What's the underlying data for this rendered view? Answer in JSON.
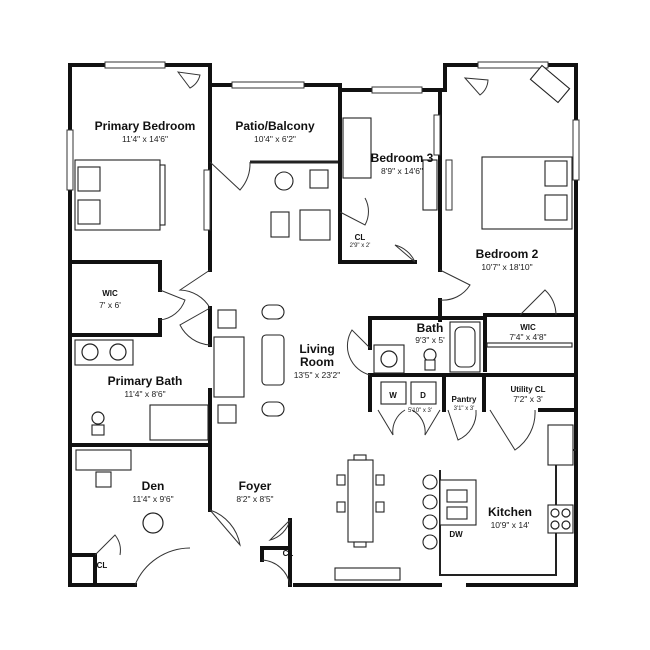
{
  "rooms": {
    "primary_bedroom": {
      "name": "Primary Bedroom",
      "dim": "11'4\" x 14'6\""
    },
    "patio": {
      "name": "Patio/Balcony",
      "dim": "10'4\" x 6'2\""
    },
    "bedroom3": {
      "name": "Bedroom 3",
      "dim": "8'9\" x 14'6\""
    },
    "bedroom2": {
      "name": "Bedroom 2",
      "dim": "10'7\" x 18'10\""
    },
    "wic1": {
      "name": "WIC",
      "dim": "7' x 6'"
    },
    "living": {
      "name1": "Living",
      "name2": "Room",
      "dim": "13'5\" x 23'2\""
    },
    "bath": {
      "name": "Bath",
      "dim": "9'3\" x 5'"
    },
    "wic2": {
      "name": "WIC",
      "dim": "7'4\" x 4'8\""
    },
    "primary_bath": {
      "name": "Primary Bath",
      "dim": "11'4\" x 8'6\""
    },
    "pantry": {
      "name": "Pantry",
      "dim": "3'1\" x 3'"
    },
    "utility": {
      "name": "Utility CL",
      "dim": "7'2\" x 3'"
    },
    "den": {
      "name": "Den",
      "dim": "11'4\" x 9'6\""
    },
    "foyer": {
      "name": "Foyer",
      "dim": "8'2\" x 8'5\""
    },
    "kitchen": {
      "name": "Kitchen",
      "dim": "10'9\" x 14'"
    },
    "cl_bed3": {
      "name": "CL",
      "dim": "2'9\" x 2'"
    },
    "cl_den": {
      "name": "CL"
    },
    "cl_foyer": {
      "name": "CL"
    }
  },
  "appliances": {
    "washer": "W",
    "dryer": "D",
    "wd_dim": "5'10\" x 3'",
    "dishwasher": "DW"
  }
}
